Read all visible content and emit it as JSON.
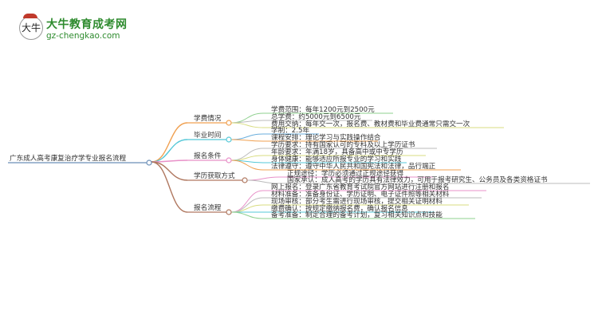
{
  "logo": {
    "title": "大牛教育成考网",
    "url": "gz-chengkao.com",
    "badge": "大牛"
  },
  "root": {
    "label": "广东成人高考康复治疗学专业报名流程",
    "color": "#6b8fb8"
  },
  "branches": [
    {
      "label": "学费情况",
      "color": "#f0a050",
      "leaves": [
        {
          "text": "学费范围：每年1200元到2500元",
          "color": "#8fd08f"
        },
        {
          "text": "总学费：约5000元到6500元",
          "color": "#bbbbbb"
        },
        {
          "text": "费用交纳：每年交一次，报名费、教材费和毕业费通常只需交一次",
          "color": "#d8dc80"
        }
      ]
    },
    {
      "label": "毕业时间",
      "color": "#55c8d8",
      "leaves": [
        {
          "text": "学制：2.5年",
          "color": "#6aaedc"
        },
        {
          "text": "课程安排：理论学习与实践操作结合",
          "color": "#f0a050"
        }
      ]
    },
    {
      "label": "报名条件",
      "color": "#e890c8",
      "leaves": [
        {
          "text": "学历要求：持有国家认可的专科及以上学历证书",
          "color": "#bbbbbb"
        },
        {
          "text": "年龄要求：年满18岁，具备高中或中专学历",
          "color": "#d8dc80"
        },
        {
          "text": "身体健康：能够适应所报专业的学习和实践",
          "color": "#55c8d8"
        },
        {
          "text": "法律遵守：遵守中华人民共和国宪法和法律，品行端正",
          "color": "#f0a050"
        }
      ]
    },
    {
      "label": "学历获取方式",
      "color": "#b07860",
      "leaves": [
        {
          "text": "正规途径：学历必须通过正规途径获得",
          "color": "#e890c8"
        },
        {
          "text": "国家承认：成人高考的学历具有法律效力，可用于报考研究生、公务员及各类资格证书",
          "color": "#bbbbbb"
        }
      ]
    },
    {
      "label": "报名流程",
      "color": "#b07860",
      "leaves": [
        {
          "text": "网上报名：登录广东省教育考试院官方网站进行注册和报名",
          "color": "#e890c8"
        },
        {
          "text": "材料准备：准备身份证、学历证明、电子证件照等相关材料",
          "color": "#bbbbbb"
        },
        {
          "text": "现场审核：部分考生需进行现场审核，提交相关证明材料",
          "color": "#d8dc80"
        },
        {
          "text": "缴费确认：按规定缴纳报名费，确认报名信息",
          "color": "#55c8d8"
        },
        {
          "text": "备考准备：制定合理的备考计划，复习相关知识点和技能",
          "color": "#8fd08f"
        }
      ]
    }
  ]
}
